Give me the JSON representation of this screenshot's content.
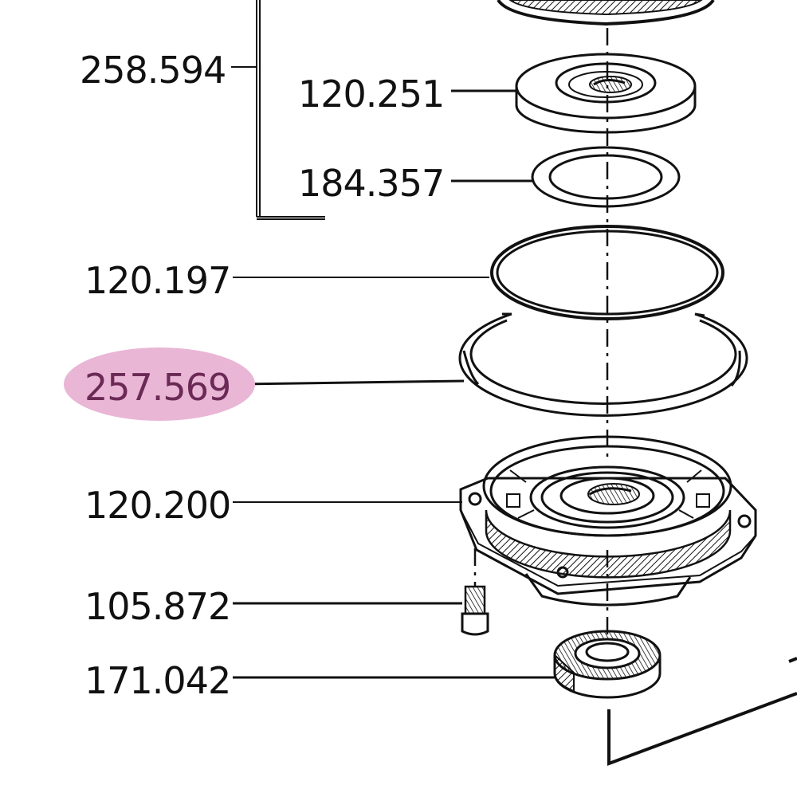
{
  "parts": {
    "p258594": "258.594",
    "p120251": "120.251",
    "p184357": "184.357",
    "p120197": "120.197",
    "p257569": "257.569",
    "p120200": "120.200",
    "p105872": "105.872",
    "p171042": "171.042"
  },
  "colors": {
    "highlight": "#e9b6d6",
    "highlight_text": "#6b2a55",
    "line": "#111111"
  }
}
